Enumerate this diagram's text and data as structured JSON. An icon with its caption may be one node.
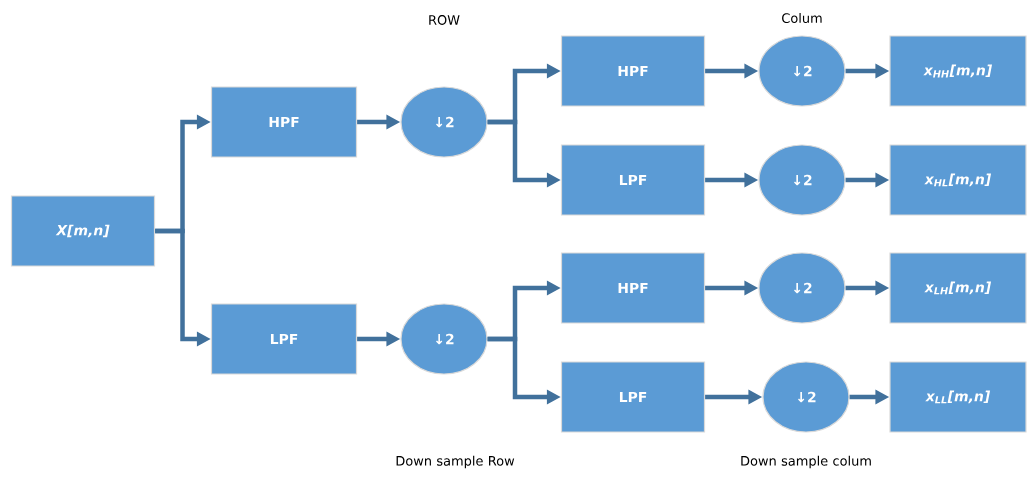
{
  "diagram": {
    "nodes": [
      {
        "text": [
          "X[m,n]"
        ]
      },
      {
        "text": [
          "HPF"
        ]
      },
      {
        "text": [
          "↓2"
        ]
      },
      {
        "text": [
          "LPF"
        ]
      },
      {
        "text": [
          "↓2"
        ]
      },
      {
        "text": [
          "HPF"
        ]
      },
      {
        "text": [
          "↓2"
        ]
      },
      {
        "text": [
          "x$_{HH}$[m,n]"
        ]
      },
      {
        "text": [
          "LPF"
        ]
      },
      {
        "text": [
          "↓2"
        ]
      },
      {
        "text": [
          "x$_{HL}$[m,n]"
        ]
      },
      {
        "text": [
          "HPF"
        ]
      },
      {
        "text": [
          "↓2"
        ]
      },
      {
        "text": [
          "x$_{LH}$[m,n]"
        ]
      },
      {
        "text": [
          "LPF"
        ]
      },
      {
        "text": [
          "↓2"
        ]
      },
      {
        "text": [
          "x$_{LL}$[m,n]"
        ]
      }
    ],
    "edges": [
      {
        "from": 0,
        "to": 1,
        "arrow": "to"
      },
      {
        "from": 0,
        "to": 3,
        "arrow": "to"
      },
      {
        "from": 1,
        "to": 2,
        "arrow": "to"
      },
      {
        "from": 3,
        "to": 4,
        "arrow": "to"
      },
      {
        "from": 2,
        "to": 5,
        "arrow": "to"
      },
      {
        "from": 2,
        "to": 8,
        "arrow": "to"
      },
      {
        "from": 4,
        "to": 11,
        "arrow": "to"
      },
      {
        "from": 4,
        "to": 14,
        "arrow": "to"
      },
      {
        "from": 5,
        "to": 6,
        "arrow": "to"
      },
      {
        "from": 6,
        "to": 7,
        "arrow": "to"
      },
      {
        "from": 8,
        "to": 9,
        "arrow": "to"
      },
      {
        "from": 9,
        "to": 10,
        "arrow": "to"
      },
      {
        "from": 11,
        "to": 12,
        "arrow": "to"
      },
      {
        "from": 12,
        "to": 13,
        "arrow": "to"
      },
      {
        "from": 14,
        "to": 15,
        "arrow": "to"
      },
      {
        "from": 15,
        "to": 16,
        "arrow": "to"
      }
    ],
    "labels": [
      "ROW",
      "Colum",
      "Down sample Row",
      "Down sample colum"
    ]
  }
}
